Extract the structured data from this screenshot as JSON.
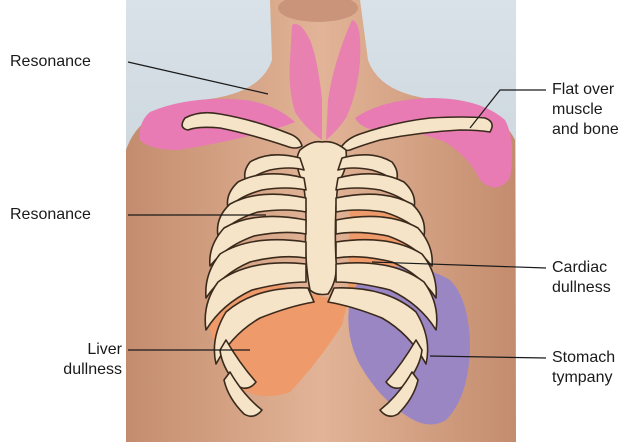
{
  "labels": {
    "resonance_upper": "Resonance",
    "resonance_middle": "Resonance",
    "liver_dullness": "Liver\ndullness",
    "flat_over_muscle": "Flat over\nmuscle\nand bone",
    "cardiac_dullness": "Cardiac\ndullness",
    "stomach_tympany": "Stomach\ntympany"
  },
  "colors": {
    "background": "#ffffff",
    "photo_backdrop": "#c9d3da",
    "skin": "#d9a98c",
    "skin_shadow": "#c48c6e",
    "bone": "#f6e4c8",
    "bone_outline": "#3a2a1c",
    "resonance_pink": "#e97bb4",
    "dullness_orange": "#ee9a6a",
    "tympany_purple": "#9b86c4",
    "leader_line": "#1a1a1a"
  }
}
